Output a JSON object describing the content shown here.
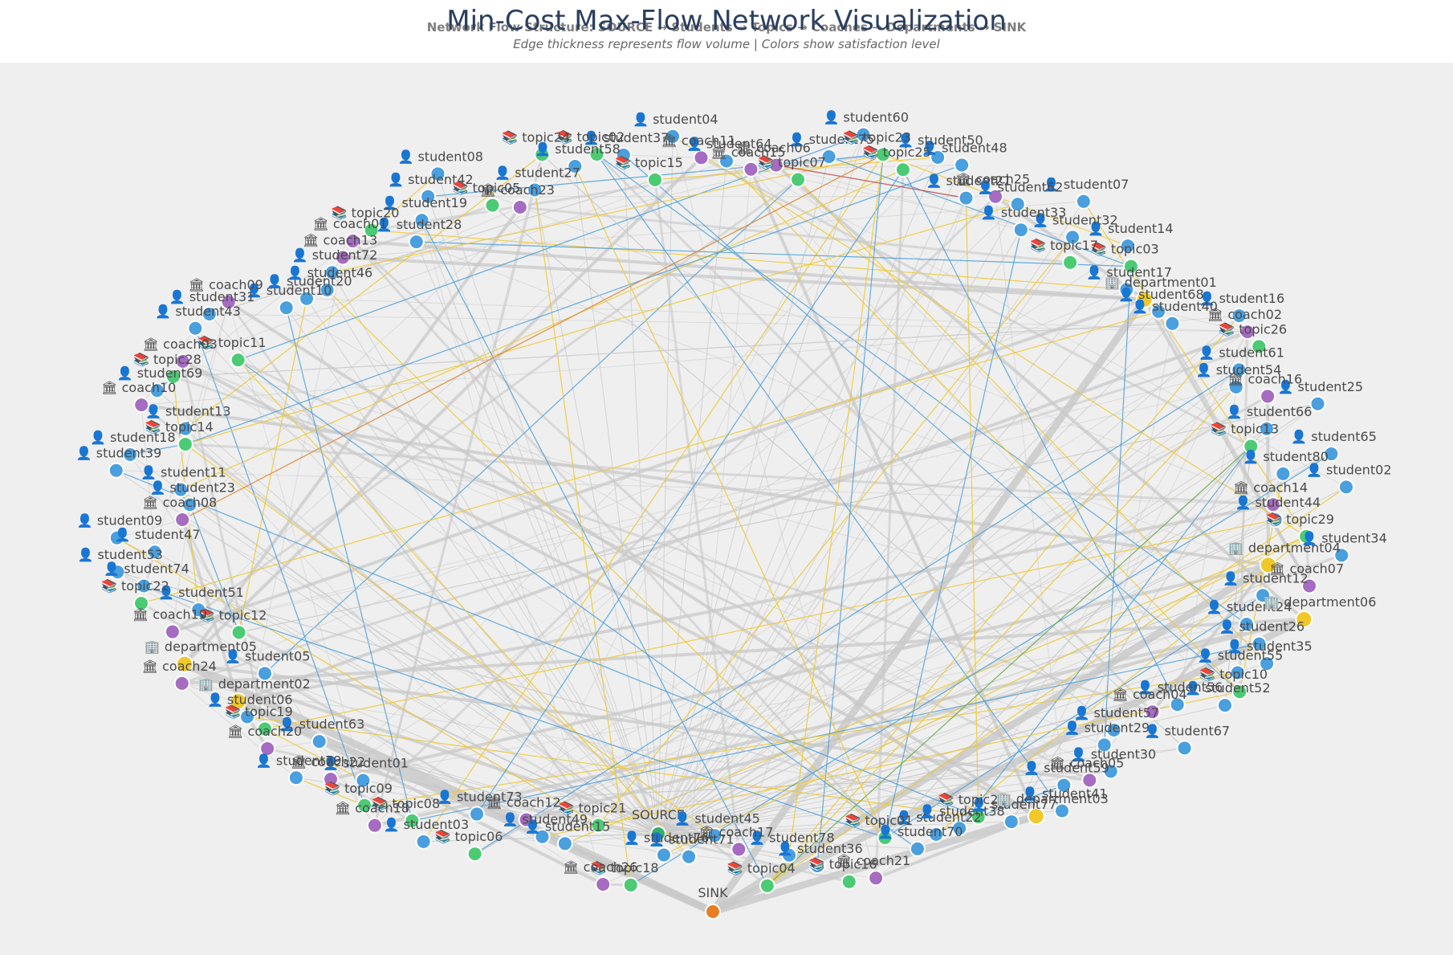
{
  "header": {
    "title": "Min-Cost Max-Flow Network Visualization",
    "subtitle": "Network Flow Structure: SOURCE → Students → Topics → Coaches → Departments → SINK",
    "caption": "Edge thickness represents flow volume | Colors show satisfaction level"
  },
  "colors": {
    "background": "#efefef",
    "student": "#4a9fde",
    "topic": "#4ccb74",
    "coach": "#a56cc1",
    "department": "#f0c82a",
    "source": "#35ad6b",
    "sink": "#e67e22",
    "flow_edge": "#c8c8c8",
    "edge_blue": "#4a9fde",
    "edge_yellow": "#f0c82a",
    "edge_red": "#c0504d",
    "edge_orange": "#e08a3a",
    "edge_green": "#6aa84f"
  },
  "icons": {
    "student": "👤",
    "topic": "📚",
    "coach": "🏛",
    "department": "🏢"
  },
  "chart_data": {
    "type": "network",
    "title": "Min-Cost Max-Flow Network Visualization",
    "legend": "none",
    "nodes": [
      {
        "id": "SOURCE",
        "kind": "source",
        "label": "SOURCE"
      },
      {
        "id": "SINK",
        "kind": "sink",
        "label": "SINK"
      },
      {
        "id": "student01",
        "kind": "student",
        "label": "student01"
      },
      {
        "id": "student02",
        "kind": "student",
        "label": "student02"
      },
      {
        "id": "student03",
        "kind": "student",
        "label": "student03"
      },
      {
        "id": "student04",
        "kind": "student",
        "label": "student04"
      },
      {
        "id": "student05",
        "kind": "student",
        "label": "student05"
      },
      {
        "id": "student06",
        "kind": "student",
        "label": "student06"
      },
      {
        "id": "student07",
        "kind": "student",
        "label": "student07"
      },
      {
        "id": "student08",
        "kind": "student",
        "label": "student08"
      },
      {
        "id": "student09",
        "kind": "student",
        "label": "student09"
      },
      {
        "id": "student10",
        "kind": "student",
        "label": "student10"
      },
      {
        "id": "student11",
        "kind": "student",
        "label": "student11"
      },
      {
        "id": "student12",
        "kind": "student",
        "label": "student12"
      },
      {
        "id": "student13",
        "kind": "student",
        "label": "student13"
      },
      {
        "id": "student14",
        "kind": "student",
        "label": "student14"
      },
      {
        "id": "student15",
        "kind": "student",
        "label": "student15"
      },
      {
        "id": "student16",
        "kind": "student",
        "label": "student16"
      },
      {
        "id": "student17",
        "kind": "student",
        "label": "student17"
      },
      {
        "id": "student18",
        "kind": "student",
        "label": "student18"
      },
      {
        "id": "student19",
        "kind": "student",
        "label": "student19"
      },
      {
        "id": "student20",
        "kind": "student",
        "label": "student20"
      },
      {
        "id": "student21",
        "kind": "student",
        "label": "student21"
      },
      {
        "id": "student22",
        "kind": "student",
        "label": "student22"
      },
      {
        "id": "student23",
        "kind": "student",
        "label": "student23"
      },
      {
        "id": "student24",
        "kind": "student",
        "label": "student24"
      },
      {
        "id": "student25",
        "kind": "student",
        "label": "student25"
      },
      {
        "id": "student26",
        "kind": "student",
        "label": "student26"
      },
      {
        "id": "student27",
        "kind": "student",
        "label": "student27"
      },
      {
        "id": "student28",
        "kind": "student",
        "label": "student28"
      },
      {
        "id": "student29",
        "kind": "student",
        "label": "student29"
      },
      {
        "id": "student30",
        "kind": "student",
        "label": "student30"
      },
      {
        "id": "student31",
        "kind": "student",
        "label": "student31"
      },
      {
        "id": "student32",
        "kind": "student",
        "label": "student32"
      },
      {
        "id": "student33",
        "kind": "student",
        "label": "student33"
      },
      {
        "id": "student34",
        "kind": "student",
        "label": "student34"
      },
      {
        "id": "student35",
        "kind": "student",
        "label": "student35"
      },
      {
        "id": "student36",
        "kind": "student",
        "label": "student36"
      },
      {
        "id": "student37",
        "kind": "student",
        "label": "student37"
      },
      {
        "id": "student38",
        "kind": "student",
        "label": "student38"
      },
      {
        "id": "student39",
        "kind": "student",
        "label": "student39"
      },
      {
        "id": "student40",
        "kind": "student",
        "label": "student40"
      },
      {
        "id": "student41",
        "kind": "student",
        "label": "student41"
      },
      {
        "id": "student42",
        "kind": "student",
        "label": "student42"
      },
      {
        "id": "student43",
        "kind": "student",
        "label": "student43"
      },
      {
        "id": "student44",
        "kind": "student",
        "label": "student44"
      },
      {
        "id": "student45",
        "kind": "student",
        "label": "student45"
      },
      {
        "id": "student46",
        "kind": "student",
        "label": "student46"
      },
      {
        "id": "student47",
        "kind": "student",
        "label": "student47"
      },
      {
        "id": "student48",
        "kind": "student",
        "label": "student48"
      },
      {
        "id": "student49",
        "kind": "student",
        "label": "student49"
      },
      {
        "id": "student50",
        "kind": "student",
        "label": "student50"
      },
      {
        "id": "student51",
        "kind": "student",
        "label": "student51"
      },
      {
        "id": "student52",
        "kind": "student",
        "label": "student52"
      },
      {
        "id": "student53",
        "kind": "student",
        "label": "student53"
      },
      {
        "id": "student54",
        "kind": "student",
        "label": "student54"
      },
      {
        "id": "student55",
        "kind": "student",
        "label": "student55"
      },
      {
        "id": "student56",
        "kind": "student",
        "label": "student56"
      },
      {
        "id": "student57",
        "kind": "student",
        "label": "student57"
      },
      {
        "id": "student58",
        "kind": "student",
        "label": "student58"
      },
      {
        "id": "student59",
        "kind": "student",
        "label": "student59"
      },
      {
        "id": "student60",
        "kind": "student",
        "label": "student60"
      },
      {
        "id": "student61",
        "kind": "student",
        "label": "student61"
      },
      {
        "id": "student62",
        "kind": "student",
        "label": "student62"
      },
      {
        "id": "student63",
        "kind": "student",
        "label": "student63"
      },
      {
        "id": "student64",
        "kind": "student",
        "label": "student64"
      },
      {
        "id": "student65",
        "kind": "student",
        "label": "student65"
      },
      {
        "id": "student66",
        "kind": "student",
        "label": "student66"
      },
      {
        "id": "student67",
        "kind": "student",
        "label": "student67"
      },
      {
        "id": "student68",
        "kind": "student",
        "label": "student68"
      },
      {
        "id": "student69",
        "kind": "student",
        "label": "student69"
      },
      {
        "id": "student70",
        "kind": "student",
        "label": "student70"
      },
      {
        "id": "student71",
        "kind": "student",
        "label": "student71"
      },
      {
        "id": "student72",
        "kind": "student",
        "label": "student72"
      },
      {
        "id": "student73",
        "kind": "student",
        "label": "student73"
      },
      {
        "id": "student74",
        "kind": "student",
        "label": "student74"
      },
      {
        "id": "student75",
        "kind": "student",
        "label": "student75"
      },
      {
        "id": "student76",
        "kind": "student",
        "label": "student76"
      },
      {
        "id": "student77",
        "kind": "student",
        "label": "student77"
      },
      {
        "id": "student78",
        "kind": "student",
        "label": "student78"
      },
      {
        "id": "student79",
        "kind": "student",
        "label": "student79"
      },
      {
        "id": "student80",
        "kind": "student",
        "label": "student80"
      },
      {
        "id": "topic01",
        "kind": "topic",
        "label": "topic01"
      },
      {
        "id": "topic02",
        "kind": "topic",
        "label": "topic02"
      },
      {
        "id": "topic03",
        "kind": "topic",
        "label": "topic03"
      },
      {
        "id": "topic04",
        "kind": "topic",
        "label": "topic04"
      },
      {
        "id": "topic05",
        "kind": "topic",
        "label": "topic05"
      },
      {
        "id": "topic06",
        "kind": "topic",
        "label": "topic06"
      },
      {
        "id": "topic07",
        "kind": "topic",
        "label": "topic07"
      },
      {
        "id": "topic08",
        "kind": "topic",
        "label": "topic08"
      },
      {
        "id": "topic09",
        "kind": "topic",
        "label": "topic09"
      },
      {
        "id": "topic10",
        "kind": "topic",
        "label": "topic10"
      },
      {
        "id": "topic11",
        "kind": "topic",
        "label": "topic11"
      },
      {
        "id": "topic12",
        "kind": "topic",
        "label": "topic12"
      },
      {
        "id": "topic13",
        "kind": "topic",
        "label": "topic13"
      },
      {
        "id": "topic14",
        "kind": "topic",
        "label": "topic14"
      },
      {
        "id": "topic15",
        "kind": "topic",
        "label": "topic15"
      },
      {
        "id": "topic16",
        "kind": "topic",
        "label": "topic16"
      },
      {
        "id": "topic17",
        "kind": "topic",
        "label": "topic17"
      },
      {
        "id": "topic18",
        "kind": "topic",
        "label": "topic18"
      },
      {
        "id": "topic19",
        "kind": "topic",
        "label": "topic19"
      },
      {
        "id": "topic20",
        "kind": "topic",
        "label": "topic20"
      },
      {
        "id": "topic21",
        "kind": "topic",
        "label": "topic21"
      },
      {
        "id": "topic22",
        "kind": "topic",
        "label": "topic22"
      },
      {
        "id": "topic23",
        "kind": "topic",
        "label": "topic23"
      },
      {
        "id": "topic24",
        "kind": "topic",
        "label": "topic24"
      },
      {
        "id": "topic25",
        "kind": "topic",
        "label": "topic25"
      },
      {
        "id": "topic26",
        "kind": "topic",
        "label": "topic26"
      },
      {
        "id": "topic27",
        "kind": "topic",
        "label": "topic27"
      },
      {
        "id": "topic28",
        "kind": "topic",
        "label": "topic28"
      },
      {
        "id": "topic29",
        "kind": "topic",
        "label": "topic29"
      },
      {
        "id": "coach01",
        "kind": "coach",
        "label": "coach01"
      },
      {
        "id": "coach02",
        "kind": "coach",
        "label": "coach02"
      },
      {
        "id": "coach03",
        "kind": "coach",
        "label": "coach03"
      },
      {
        "id": "coach04",
        "kind": "coach",
        "label": "coach04"
      },
      {
        "id": "coach05",
        "kind": "coach",
        "label": "coach05"
      },
      {
        "id": "coach06",
        "kind": "coach",
        "label": "coach06"
      },
      {
        "id": "coach07",
        "kind": "coach",
        "label": "coach07"
      },
      {
        "id": "coach08",
        "kind": "coach",
        "label": "coach08"
      },
      {
        "id": "coach09",
        "kind": "coach",
        "label": "coach09"
      },
      {
        "id": "coach10",
        "kind": "coach",
        "label": "coach10"
      },
      {
        "id": "coach11",
        "kind": "coach",
        "label": "coach11"
      },
      {
        "id": "coach12",
        "kind": "coach",
        "label": "coach12"
      },
      {
        "id": "coach13",
        "kind": "coach",
        "label": "coach13"
      },
      {
        "id": "coach14",
        "kind": "coach",
        "label": "coach14"
      },
      {
        "id": "coach15",
        "kind": "coach",
        "label": "coach15"
      },
      {
        "id": "coach16",
        "kind": "coach",
        "label": "coach16"
      },
      {
        "id": "coach17",
        "kind": "coach",
        "label": "coach17"
      },
      {
        "id": "coach18",
        "kind": "coach",
        "label": "coach18"
      },
      {
        "id": "coach19",
        "kind": "coach",
        "label": "coach19"
      },
      {
        "id": "coach20",
        "kind": "coach",
        "label": "coach20"
      },
      {
        "id": "coach21",
        "kind": "coach",
        "label": "coach21"
      },
      {
        "id": "coach22",
        "kind": "coach",
        "label": "coach22"
      },
      {
        "id": "coach23",
        "kind": "coach",
        "label": "coach23"
      },
      {
        "id": "coach24",
        "kind": "coach",
        "label": "coach24"
      },
      {
        "id": "coach25",
        "kind": "coach",
        "label": "coach25"
      },
      {
        "id": "coach26",
        "kind": "coach",
        "label": "coach26"
      },
      {
        "id": "department01",
        "kind": "department",
        "label": "department01"
      },
      {
        "id": "department02",
        "kind": "department",
        "label": "department02"
      },
      {
        "id": "department03",
        "kind": "department",
        "label": "department03"
      },
      {
        "id": "department04",
        "kind": "department",
        "label": "department04"
      },
      {
        "id": "department05",
        "kind": "department",
        "label": "department05"
      },
      {
        "id": "department06",
        "kind": "department",
        "label": "department06"
      }
    ]
  }
}
